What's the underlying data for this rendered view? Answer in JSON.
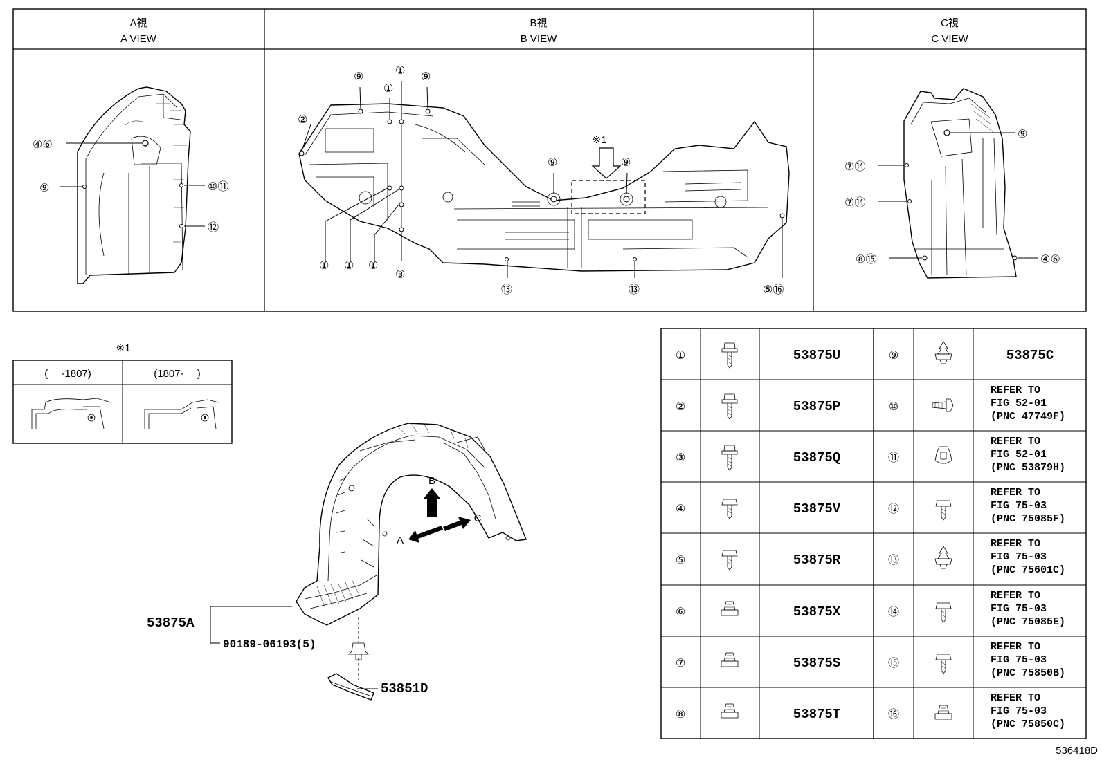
{
  "views": {
    "a": {
      "jp": "A視",
      "en": "A VIEW"
    },
    "b": {
      "jp": "B視",
      "en": "B VIEW"
    },
    "c": {
      "jp": "C視",
      "en": "C VIEW"
    }
  },
  "callouts": {
    "a_view": [
      "④⑥",
      "⑨",
      "⑩⑪",
      "⑫"
    ],
    "b_view": [
      "⑨",
      "①",
      "①",
      "⑨",
      "②",
      "⑨",
      "⑨",
      "①",
      "①",
      "①",
      "③",
      "⑬",
      "⑬",
      "⑤⑯"
    ],
    "c_view": [
      "⑨",
      "⑦⑭",
      "⑦⑭",
      "⑧⑮",
      "④⑥"
    ]
  },
  "note": {
    "mark": "※1",
    "col_left": "(　 -1807)",
    "col_right": "(1807-　 )"
  },
  "main_drawing": {
    "arrow_b": "B",
    "arrow_a": "A",
    "arrow_c": "C",
    "part_main": "53875A",
    "part_clip": "90189-06193(5)",
    "part_bracket": "53851D"
  },
  "legend": [
    {
      "num": "①",
      "icon": "bolt-icon",
      "code": "53875U"
    },
    {
      "num": "②",
      "icon": "bolt-icon",
      "code": "53875P"
    },
    {
      "num": "③",
      "icon": "bolt-icon",
      "code": "53875Q"
    },
    {
      "num": "④",
      "icon": "screw-icon",
      "code": "53875V"
    },
    {
      "num": "⑤",
      "icon": "screw-icon",
      "code": "53875R"
    },
    {
      "num": "⑥",
      "icon": "nut-icon",
      "code": "53875X"
    },
    {
      "num": "⑦",
      "icon": "nut-icon",
      "code": "53875S"
    },
    {
      "num": "⑧",
      "icon": "nut-icon",
      "code": "53875T"
    },
    {
      "num": "⑨",
      "icon": "clip-icon",
      "code": "53875C"
    },
    {
      "num": "⑩",
      "icon": "grommet-icon",
      "ref1": "REFER TO",
      "ref2": "FIG 52-01",
      "ref3": "(PNC 47749F)"
    },
    {
      "num": "⑪",
      "icon": "retainer-icon",
      "ref1": "REFER TO",
      "ref2": "FIG 52-01",
      "ref3": "(PNC 53879H)"
    },
    {
      "num": "⑫",
      "icon": "screw-icon",
      "ref1": "REFER TO",
      "ref2": "FIG 75-03",
      "ref3": "(PNC 75085F)"
    },
    {
      "num": "⑬",
      "icon": "clip-icon",
      "ref1": "REFER TO",
      "ref2": "FIG 75-03",
      "ref3": "(PNC 75601C)"
    },
    {
      "num": "⑭",
      "icon": "screw-icon",
      "ref1": "REFER TO",
      "ref2": "FIG 75-03",
      "ref3": "(PNC 75085E)"
    },
    {
      "num": "⑮",
      "icon": "screw-icon",
      "ref1": "REFER TO",
      "ref2": "FIG 75-03",
      "ref3": "(PNC 75850B)"
    },
    {
      "num": "⑯",
      "icon": "nut-icon",
      "ref1": "REFER TO",
      "ref2": "FIG 75-03",
      "ref3": "(PNC 75850C)"
    }
  ],
  "figure_id": "536418D"
}
